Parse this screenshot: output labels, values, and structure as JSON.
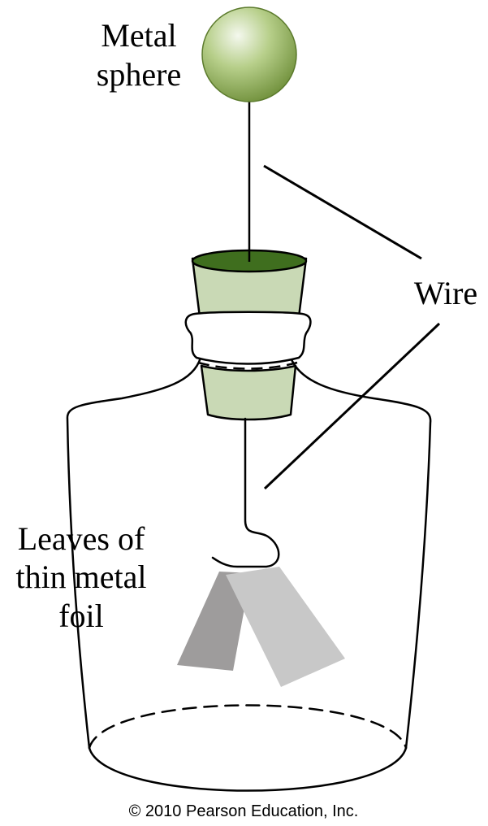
{
  "labels": {
    "metal_sphere_line1": "Metal",
    "metal_sphere_line2": "sphere",
    "wire": "Wire",
    "leaves_line1": "Leaves of",
    "leaves_line2": "thin metal",
    "leaves_line3": "foil"
  },
  "copyright": "© 2010 Pearson Education, Inc.",
  "colors": {
    "sphere_highlight": "#f4f8ee",
    "sphere_mid": "#b7cf8a",
    "sphere_dark": "#6f8f3a",
    "stopper_body": "#c9d9b5",
    "stopper_top": "#3f6e1e",
    "foil_left": "#9e9c9c",
    "foil_right": "#c8c8c8"
  }
}
